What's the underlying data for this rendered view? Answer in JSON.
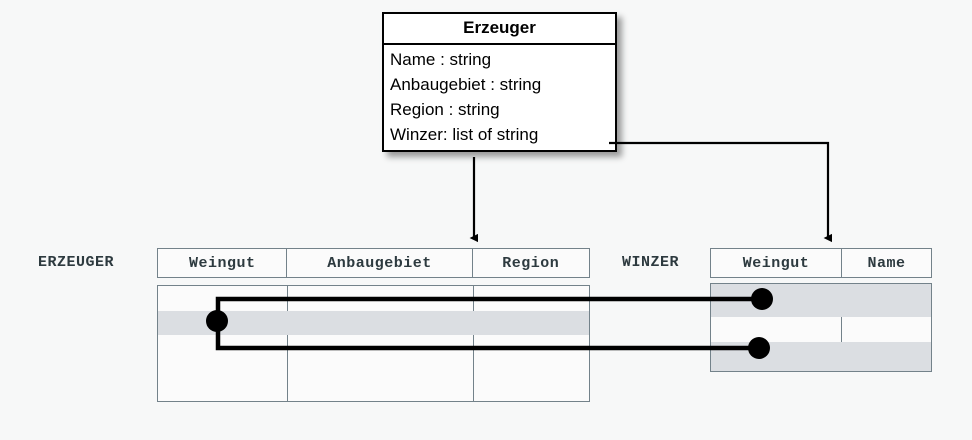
{
  "diagram": {
    "title": "Erzeuger class to relational mapping",
    "background_color": "#f7f8f8",
    "line_color": "#000000",
    "table_border_color": "#73828a",
    "highlight_color": "#dbdee2"
  },
  "uml_class": {
    "name": "Erzeuger",
    "attributes": [
      "Name : string",
      "Anbaugebiet : string",
      "Region : string",
      "Winzer: list of string"
    ]
  },
  "tables": [
    {
      "label": "ERZEUGER",
      "columns": [
        "Weingut",
        "Anbaugebiet",
        "Region"
      ],
      "row_count": 4,
      "highlighted_rows": [
        2
      ]
    },
    {
      "label": "WINZER",
      "columns": [
        "Weingut",
        "Name"
      ],
      "row_count": 3,
      "highlighted_rows": [
        1,
        3
      ]
    }
  ],
  "connectors": [
    {
      "name": "erzeuger-mapping-arrow",
      "from": "Erzeuger class box bottom",
      "to": "ERZEUGER table Weingut/Anbaugebiet boundary",
      "style": "solid-arrow"
    },
    {
      "name": "winzer-mapping-arrow",
      "from": "Winzer: list of string attribute",
      "to": "WINZER table Weingut column",
      "style": "elbow-arrow"
    },
    {
      "name": "foreign-key-link",
      "from": "ERZEUGER highlighted row Weingut cell",
      "to": "WINZER highlighted rows Weingut cells",
      "style": "bus-with-dots"
    }
  ]
}
